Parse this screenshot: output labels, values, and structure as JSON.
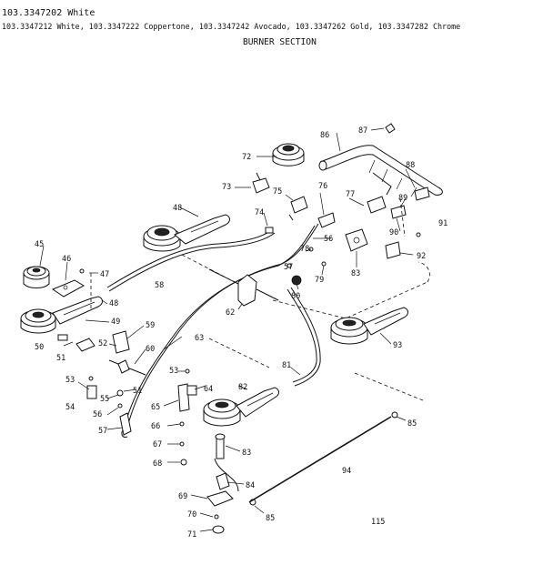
{
  "header": {
    "line1": "103.3347202 White",
    "line2": "103.3347212 White, 103.3347222 Coppertone, 103.3347242 Avocado, 103.3347262 Gold, 103.3347282 Chrome",
    "section_title": "BURNER SECTION"
  },
  "callouts": {
    "c45": "45",
    "c46": "46",
    "c47": "47",
    "c48a": "48",
    "c48b": "48",
    "c49": "49",
    "c50": "50",
    "c51a": "51",
    "c51b": "51",
    "c52": "52",
    "c53a": "53",
    "c53b": "53",
    "c54": "54",
    "c55": "55",
    "c56a": "56",
    "c56b": "56",
    "c57a": "57",
    "c57b": "57",
    "c58": "58",
    "c59": "59",
    "c60": "60",
    "c62": "62",
    "c63": "63",
    "c64": "64",
    "c65": "65",
    "c66": "66",
    "c67": "67",
    "c68": "68",
    "c69": "69",
    "c70": "70",
    "c71": "71",
    "c72": "72",
    "c73": "73",
    "c74": "74",
    "c75": "75",
    "c76": "76",
    "c77": "77",
    "c78": "78",
    "c79": "79",
    "c80": "80",
    "c81": "81",
    "c82": "82",
    "c83a": "83",
    "c83b": "83",
    "c84": "84",
    "c85a": "85",
    "c85b": "85",
    "c86": "86",
    "c87": "87",
    "c88": "88",
    "c89": "89",
    "c90": "90",
    "c91": "91",
    "c92": "92",
    "c93": "93",
    "c94": "94",
    "c115": "115"
  }
}
